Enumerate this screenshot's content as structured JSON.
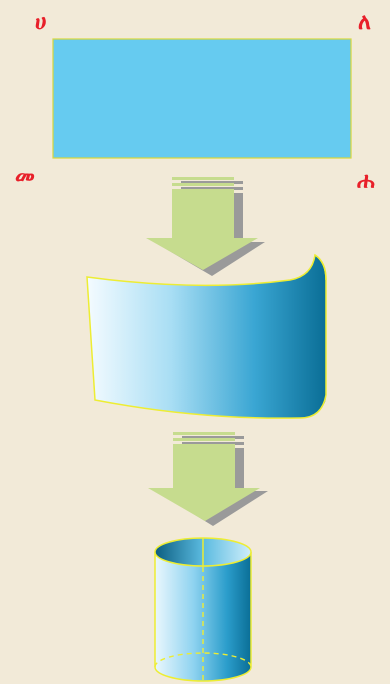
{
  "diagram": {
    "background_color": "#f2ead8",
    "vertex_labels": {
      "top_left": "ሀ",
      "top_right": "ለ",
      "bottom_left": "መ",
      "bottom_right": "ሐ"
    },
    "colors": {
      "rectangle_fill": "#66cbf0",
      "edge_yellow": "#eded33",
      "arrow_green": "#c6dc8e",
      "arrow_shadow": "#9a9a9a",
      "label_red": "#e8202a",
      "cyan_dark": "#0a6e96",
      "cyan_light": "#eaf7fd"
    },
    "icons": [
      "down-arrow-icon",
      "down-arrow-icon"
    ]
  }
}
